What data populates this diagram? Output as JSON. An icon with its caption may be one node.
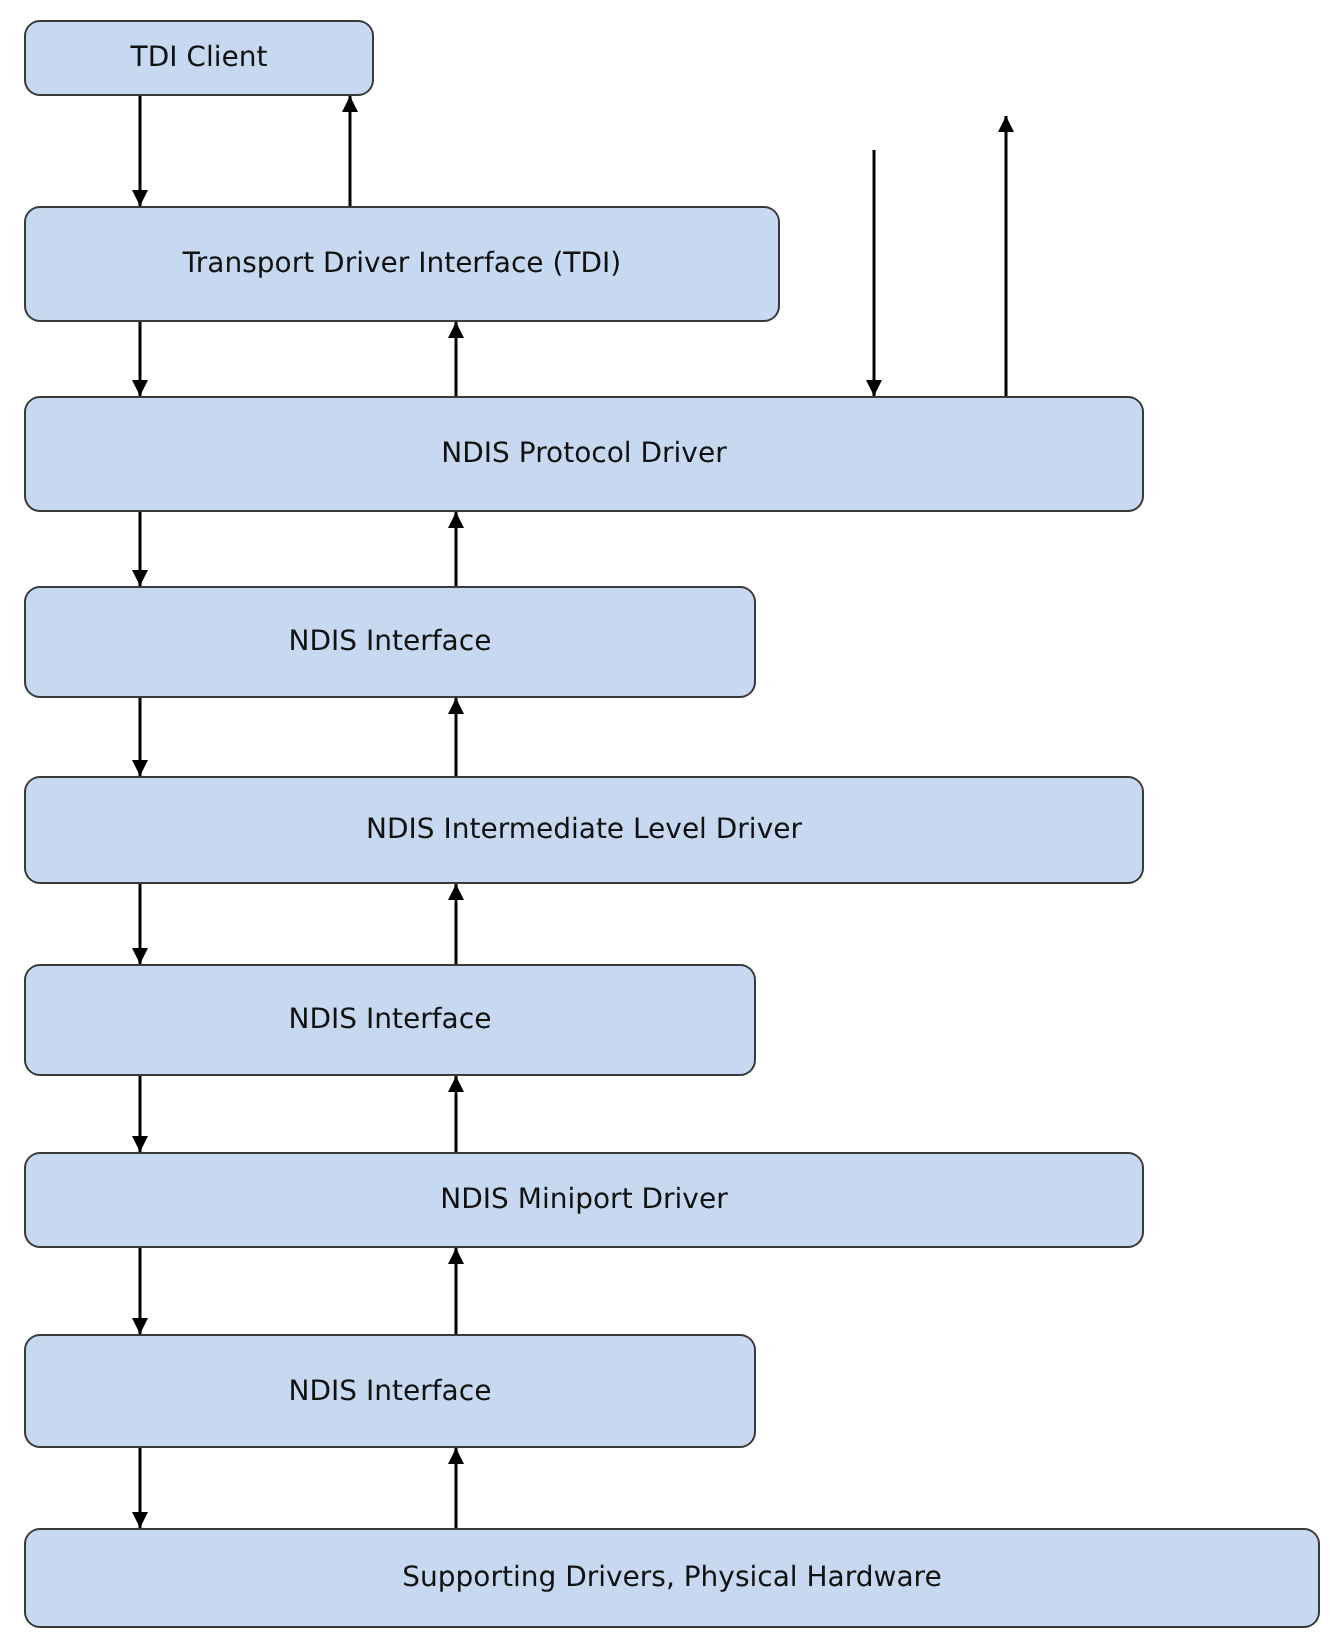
{
  "diagram": {
    "nodes": [
      {
        "text": [
          "TDI Client"
        ]
      },
      {
        "text": [
          "Transport Driver Interface (TDI)"
        ]
      },
      {
        "text": [
          "NDIS Protocol Driver"
        ]
      },
      {
        "text": [
          "NDIS Interface"
        ]
      },
      {
        "text": [
          "NDIS Intermediate Level Driver"
        ]
      },
      {
        "text": [
          "NDIS Interface"
        ]
      },
      {
        "text": [
          "NDIS Miniport Driver"
        ]
      },
      {
        "text": [
          "NDIS Interface"
        ]
      },
      {
        "text": [
          "Supporting Drivers, Physical Hardware"
        ]
      }
    ],
    "edges": [
      {
        "from": 0,
        "to": 1,
        "arrow": "to"
      },
      {
        "from": 1,
        "to": 0,
        "arrow": "to"
      },
      {
        "from": 1,
        "to": 2,
        "arrow": "to"
      },
      {
        "from": 2,
        "to": 1,
        "arrow": "to"
      },
      {
        "from": null,
        "to": 2,
        "arrow": "to"
      },
      {
        "from": 2,
        "to": null,
        "arrow": "to"
      },
      {
        "from": 2,
        "to": 3,
        "arrow": "to"
      },
      {
        "from": 3,
        "to": 2,
        "arrow": "to"
      },
      {
        "from": 3,
        "to": 4,
        "arrow": "to"
      },
      {
        "from": 4,
        "to": 3,
        "arrow": "to"
      },
      {
        "from": 4,
        "to": 5,
        "arrow": "to"
      },
      {
        "from": 5,
        "to": 4,
        "arrow": "to"
      },
      {
        "from": 5,
        "to": 6,
        "arrow": "to"
      },
      {
        "from": 6,
        "to": 5,
        "arrow": "to"
      },
      {
        "from": 6,
        "to": 7,
        "arrow": "to"
      },
      {
        "from": 7,
        "to": 6,
        "arrow": "to"
      },
      {
        "from": 7,
        "to": 8,
        "arrow": "to"
      },
      {
        "from": 8,
        "to": 7,
        "arrow": "to"
      }
    ]
  }
}
